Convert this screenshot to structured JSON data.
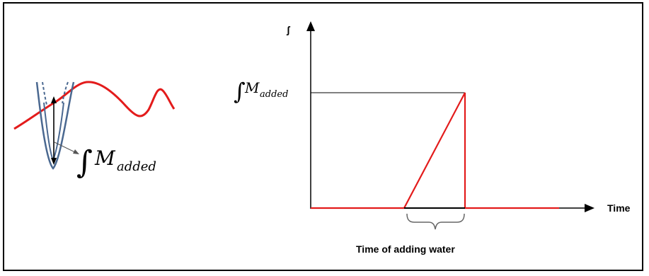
{
  "left_panel": {
    "integral_symbol": "∫",
    "var": "M",
    "sub": "added"
  },
  "right_panel": {
    "y_axis_label": "ʃ",
    "y_level_integral": "∫",
    "y_level_var": "M",
    "y_level_sub": "added",
    "x_axis_label": "Time",
    "bracket_label": "Time of adding water"
  },
  "colors": {
    "red": "#e31b1b",
    "blue": "#4a6890",
    "black": "#000000"
  }
}
